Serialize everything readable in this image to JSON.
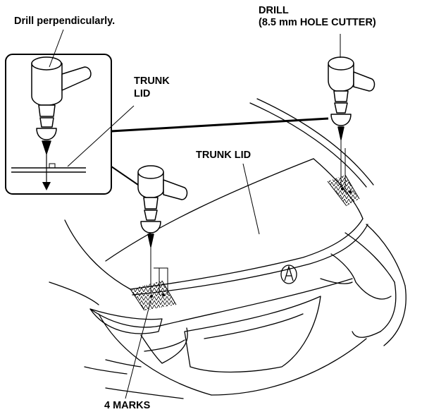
{
  "labels": {
    "drill_perpendicularly": "Drill perpendicularly.",
    "drill_line1": "DRILL",
    "drill_line2": "(8.5 mm HOLE CUTTER)",
    "trunk_lid_inset_line1": "TRUNK",
    "trunk_lid_inset_line2": "LID",
    "trunk_lid": "TRUNK LID",
    "four_marks": "4 MARKS"
  },
  "colors": {
    "ink": "#000000",
    "paper": "#ffffff"
  }
}
